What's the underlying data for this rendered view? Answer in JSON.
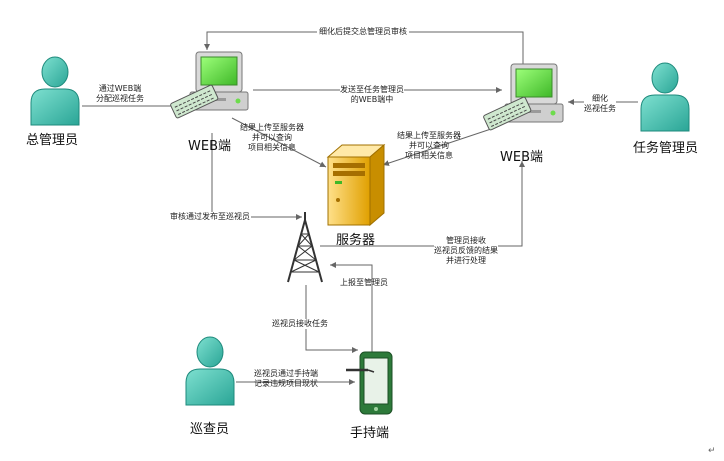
{
  "nodes": {
    "chief_manager": "总管理员",
    "task_manager": "任务管理员",
    "inspector": "巡查员",
    "web_left": "WEB端",
    "web_right": "WEB端",
    "server": "服务器",
    "handheld": "手持端"
  },
  "edges": {
    "refine_submit": "细化后提交总管理员审核",
    "chief_publish": "通过WEB端\n分配巡视任务",
    "send_to_task_mgr": "发送至任务管理员\n的WEB端中",
    "refine_tasks": "细化\n巡视任务",
    "upload_left": "结果上传至服务器\n并可以查询\n项目相关信息",
    "upload_right": "结果上传至服务器\n并可以查询\n项目相关信息",
    "approve_publish": "审核通过发布至巡视员",
    "manager_receive": "管理员接收\n巡视员反馈的结果\n并进行处理",
    "report_up": "上报至管理员",
    "inspector_receive": "巡视员接收任务",
    "record": "巡视员通过手持端\n记录违规项目现状"
  },
  "return_mark": "↵",
  "colors": {
    "person": "#40bfae",
    "screen": "#6ddc4c",
    "computer": "#d9d9d9",
    "server": "#f2b726",
    "line": "#666666"
  }
}
